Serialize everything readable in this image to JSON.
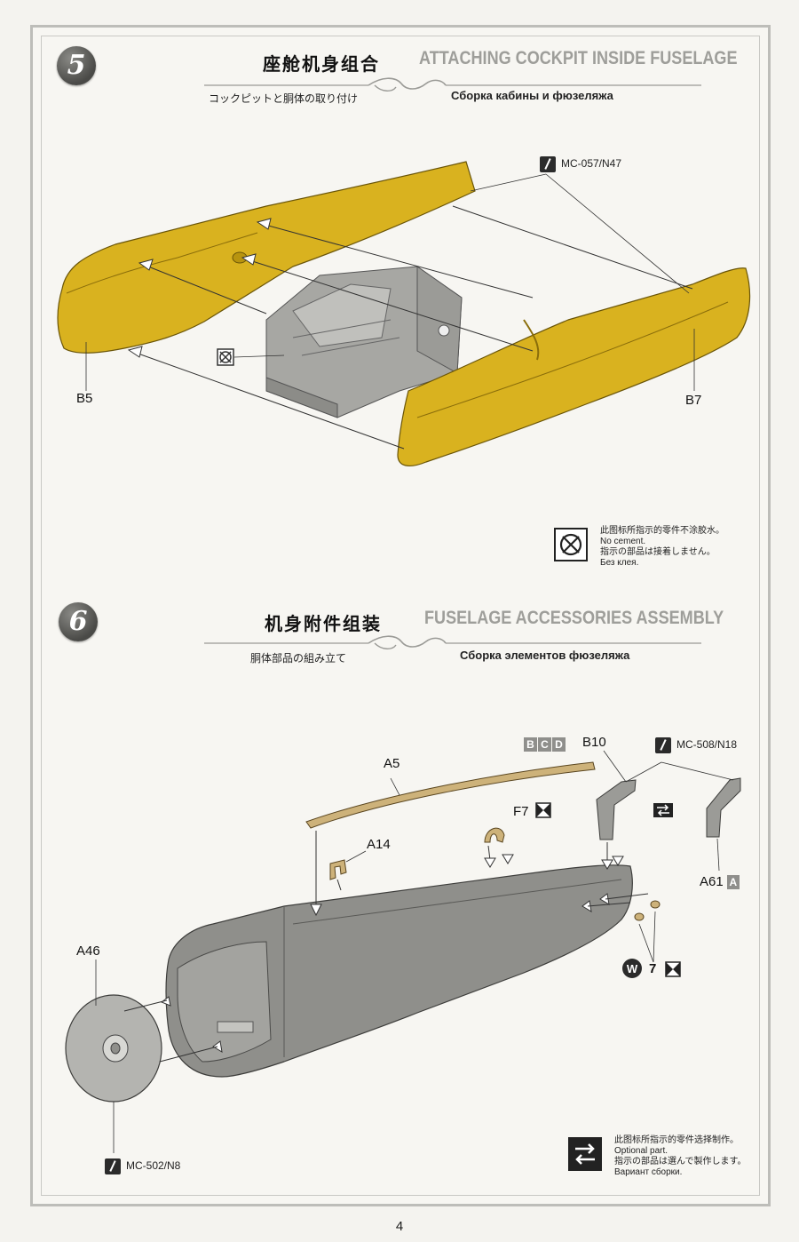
{
  "step5": {
    "number": "5",
    "title_cn": "座舱机身组合",
    "title_en": "ATTACHING COCKPIT INSIDE FUSELAGE",
    "title_jp": "コックピットと胴体の取り付け",
    "title_ru": "Сборка кабины и фюзеляжа",
    "parts": {
      "left": "B5",
      "right": "B7"
    },
    "paint_ref": "MC-057/N47",
    "legend": {
      "icon": "no-cement-icon",
      "cn": "此图标所指示的零件不涂胶水。",
      "en": "No cement.",
      "jp": "指示の部品は接着しません。",
      "ru": "Без клея."
    }
  },
  "step6": {
    "number": "6",
    "title_cn": "机身附件组装",
    "title_en": "FUSELAGE ACCESSORIES ASSEMBLY",
    "title_jp": "胴体部品の組み立て",
    "title_ru": "Сборка элементов фюзеляжа",
    "parts": {
      "a5": "A5",
      "a14": "A14",
      "f7": "F7",
      "b10": "B10",
      "a61": "A61",
      "a61_sprue": "A",
      "a46": "A46",
      "w7": "7",
      "w_letter": "W",
      "versions": [
        "B",
        "C",
        "D"
      ]
    },
    "paint_refs": {
      "top": "MC-508/N18",
      "bottom": "MC-502/N8"
    },
    "legend": {
      "icon": "optional-part-icon",
      "cn": "此图标所指示的零件选择制作。",
      "en": "Optional part.",
      "jp": "指示の部品は選んで製作します。",
      "ru": "Вариант сборки."
    }
  },
  "page_number": "4",
  "colors": {
    "yellow_part": "#d9b21f",
    "grey_part": "#8f8f8b",
    "title_en": "#9e9e9a"
  }
}
